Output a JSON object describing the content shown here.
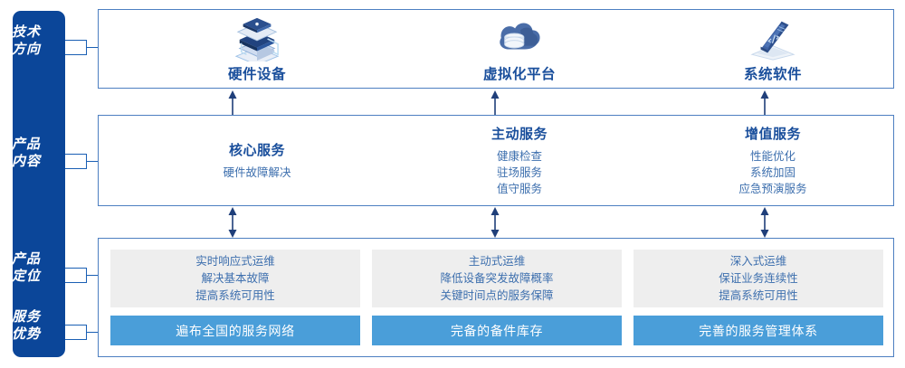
{
  "colors": {
    "sidebar_blue": "#0b4699",
    "box_border_blue": "#4d7fc1",
    "title_blue": "#1a4f9c",
    "body_blue": "#3d6fae",
    "bar_blue": "#4a9ed9",
    "card_gray": "#eeeeee",
    "connector_blue": "#1a5fb4"
  },
  "sidebar": {
    "labels": [
      {
        "name": "tech-direction",
        "line1": "技术",
        "line2": "方向"
      },
      {
        "name": "product-content",
        "line1": "产品",
        "line2": "内容"
      },
      {
        "name": "product-positioning",
        "line1": "产品",
        "line2": "定位"
      },
      {
        "name": "service-advantage",
        "line1": "服务",
        "line2": "优势"
      }
    ]
  },
  "tech_direction": {
    "columns": [
      {
        "icon": "server-stack-icon",
        "label": "硬件设备"
      },
      {
        "icon": "cloud-database-icon",
        "label": "虚拟化平台"
      },
      {
        "icon": "laptop-code-icon",
        "label": "系统软件"
      }
    ]
  },
  "product_content": {
    "columns": [
      {
        "title": "核心服务",
        "items": [
          "硬件故障解决"
        ]
      },
      {
        "title": "主动服务",
        "items": [
          "健康检查",
          "驻场服务",
          "值守服务"
        ]
      },
      {
        "title": "增值服务",
        "items": [
          "性能优化",
          "系统加固",
          "应急预演服务"
        ]
      }
    ]
  },
  "product_positioning": {
    "cards": [
      {
        "lines": [
          "实时响应式运维",
          "解决基本故障",
          "提高系统可用性"
        ]
      },
      {
        "lines": [
          "主动式运维",
          "降低设备突发故障概率",
          "关键时间点的服务保障"
        ]
      },
      {
        "lines": [
          "深入式运维",
          "保证业务连续性",
          "提高系统可用性"
        ]
      }
    ]
  },
  "service_advantage": {
    "bars": [
      {
        "label": "遍布全国的服务网络"
      },
      {
        "label": "完备的备件库存"
      },
      {
        "label": "完善的服务管理体系"
      }
    ]
  },
  "arrows": {
    "up_arrow_icon": "arrow-up-icon",
    "double_arrow_icon": "arrow-up-down-icon",
    "down_arrow_icon": "arrow-down-icon"
  }
}
